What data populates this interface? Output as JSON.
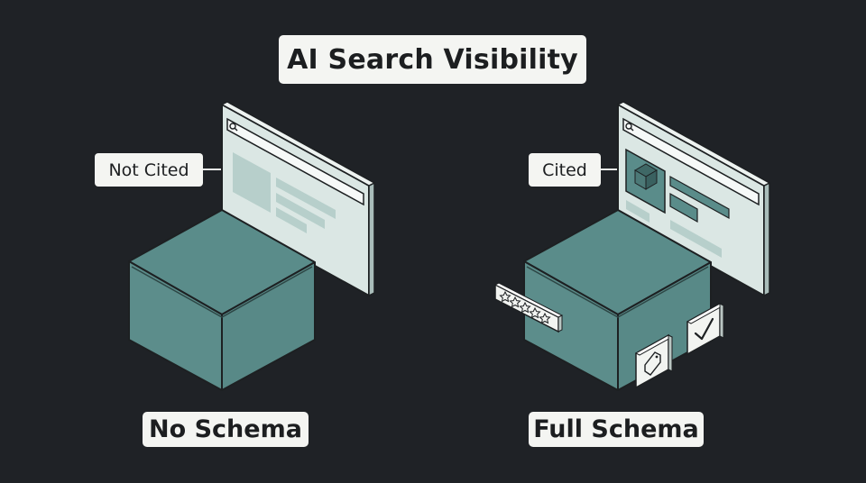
{
  "title": "AI Search Visibility",
  "left": {
    "callout": "Not Cited",
    "caption": "No Schema"
  },
  "right": {
    "callout": "Cited",
    "caption": "Full Schema"
  },
  "icons": {
    "rating": "five-star-rating-icon",
    "tag": "price-tag-icon",
    "check": "checkmark-icon",
    "product": "product-box-icon",
    "search": "search-icon"
  },
  "colors": {
    "background": "#1f2226",
    "cube": "#5a8c8a",
    "screen": "#dde8e6",
    "label": "#f4f5f2"
  }
}
